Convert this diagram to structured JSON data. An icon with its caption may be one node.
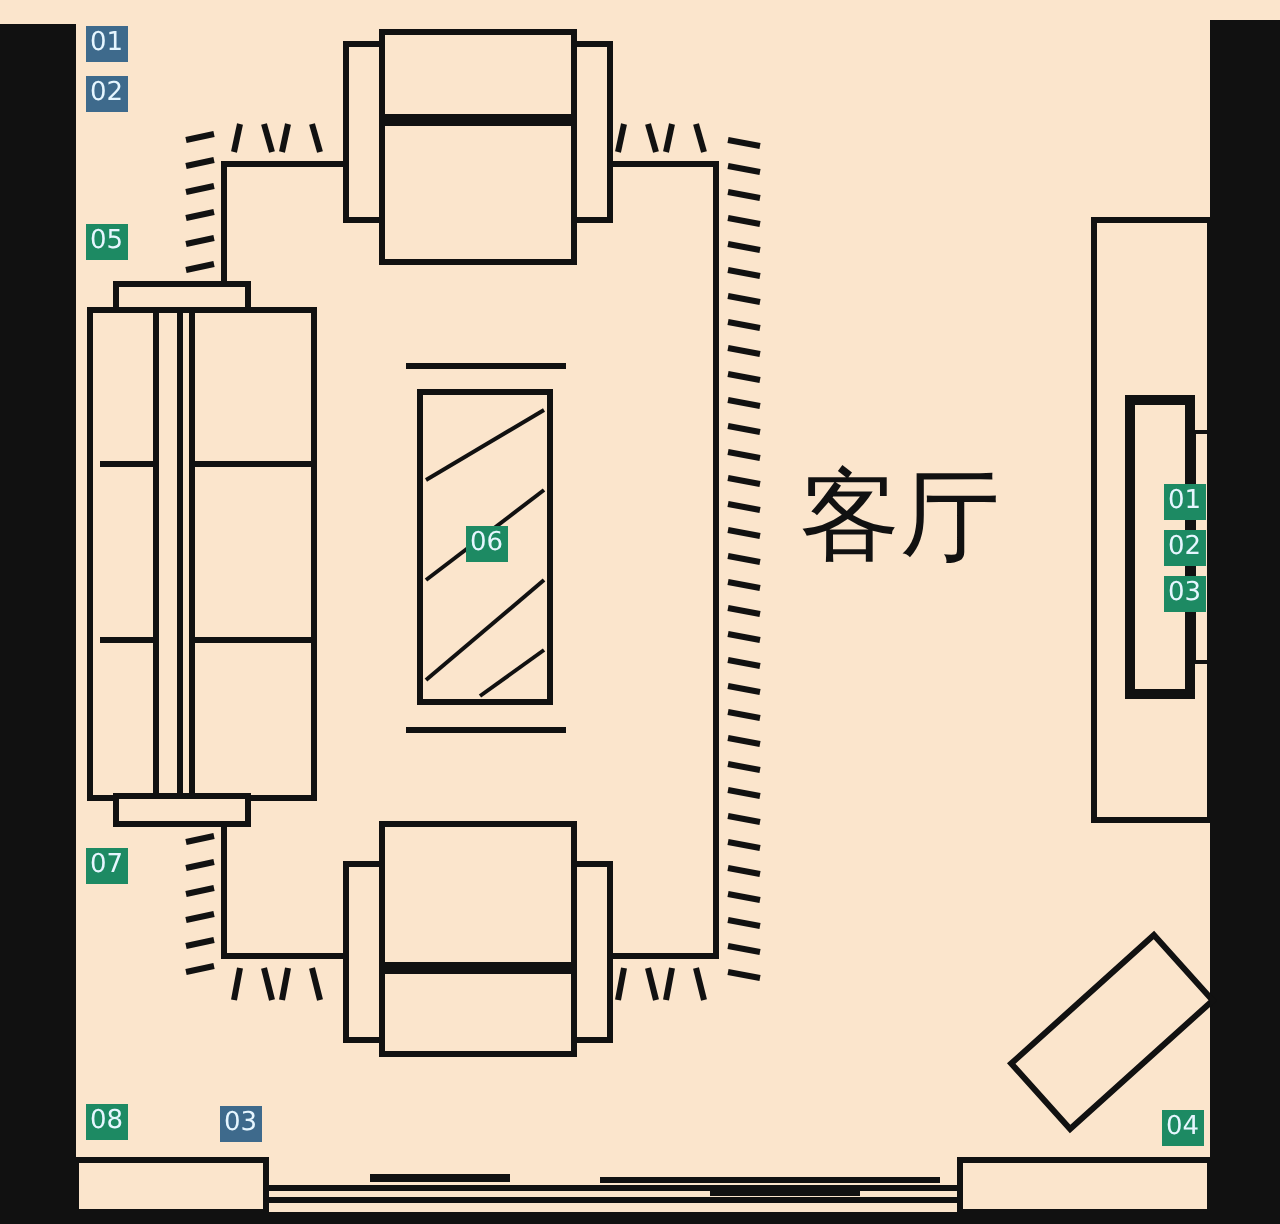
{
  "diagram": {
    "labels": [
      "01",
      "02",
      "05",
      "01",
      "客厅",
      "06",
      "02",
      "03",
      "07",
      "08",
      "03",
      "04"
    ]
  }
}
